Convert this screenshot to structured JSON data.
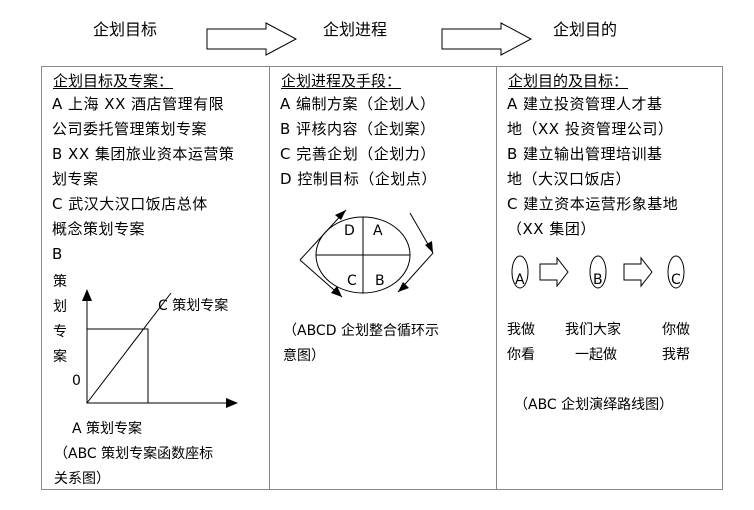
{
  "top": {
    "stage1": "企划目标",
    "stage2": "企划进程",
    "stage3": "企划目的"
  },
  "col1": {
    "title": "企划目标及专案：",
    "lines": [
      "A 上海 XX 酒店管理有限",
      "公司委托管理策划专案",
      "B XX 集团旅业资本运营策",
      "划专案",
      "C 武汉大汉口饭店总体",
      "概念策划专案",
      "B"
    ],
    "y_axis_chars": [
      "策",
      "划",
      "专",
      "案"
    ],
    "line_label": "C 策划专案",
    "origin": "0",
    "x_label": "A 策划专案",
    "caption_lines": [
      "（ABC 策划专案函数座标",
      "关系图）"
    ]
  },
  "col2": {
    "title": "企划进程及手段：",
    "lines": [
      "A 编制方案（企划人）",
      "B 评核内容（企划案）",
      "C 完善企划（企划力）",
      "D 控制目标（企划点）"
    ],
    "cycle": {
      "tl": "D",
      "tr": "A",
      "bl": "C",
      "br": "B"
    },
    "caption_lines": [
      "（ABCD 企划整合循环示",
      "意图）"
    ]
  },
  "col3": {
    "title": "企划目的及目标：",
    "lines": [
      "A 建立投资管理人才基",
      "地（XX 投资管理公司）",
      "B 建立输出管理培训基",
      "地（大汉口饭店）",
      "C 建立资本运营形象基地",
      "（XX 集团）"
    ],
    "route": {
      "n1": "A",
      "n2": "B",
      "n3": "C"
    },
    "slogans": [
      [
        "我做",
        "我们大家",
        "你做"
      ],
      [
        "你看",
        "一起做",
        "我帮"
      ]
    ],
    "caption": "（ABC 企划演绎路线图）"
  }
}
